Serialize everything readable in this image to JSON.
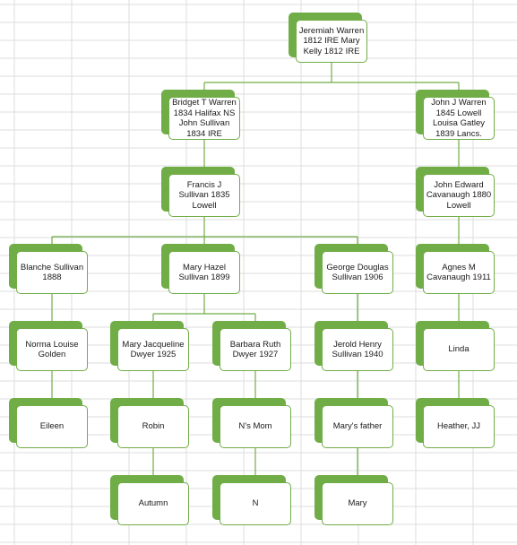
{
  "colors": {
    "accent": "#70ad47",
    "line": "#70ad47",
    "grid": "#dcdcdc"
  },
  "nodes": [
    {
      "id": "jeremiah",
      "label": "Jeremiah Warren 1812 IRE Mary Kelly 1812 IRE",
      "parent": null
    },
    {
      "id": "bridget",
      "label": "Bridget T Warren 1834 Halifax NS John Sullivan 1834 IRE",
      "parent": "jeremiah"
    },
    {
      "id": "johnj",
      "label": "John J Warren 1845 Lowell Louisa Gatley 1839 Lancs.",
      "parent": "jeremiah"
    },
    {
      "id": "francis",
      "label": "Francis J Sullivan 1835 Lowell",
      "parent": "bridget"
    },
    {
      "id": "johned",
      "label": "John Edward Cavanaugh 1880 Lowell",
      "parent": "johnj"
    },
    {
      "id": "blanche",
      "label": "Blanche Sullivan 1888",
      "parent": "francis"
    },
    {
      "id": "maryhazel",
      "label": "Mary Hazel Sullivan 1899",
      "parent": "francis"
    },
    {
      "id": "george",
      "label": "George Douglas Sullivan 1906",
      "parent": "francis"
    },
    {
      "id": "agnes",
      "label": "Agnes M Cavanaugh 1911",
      "parent": "johned"
    },
    {
      "id": "norma",
      "label": "Norma Louise Golden",
      "parent": "blanche"
    },
    {
      "id": "maryjac",
      "label": "Mary Jacqueline Dwyer 1925",
      "parent": "maryhazel"
    },
    {
      "id": "barbara",
      "label": "Barbara Ruth Dwyer 1927",
      "parent": "maryhazel"
    },
    {
      "id": "jerold",
      "label": "Jerold Henry Sullivan 1940",
      "parent": "george"
    },
    {
      "id": "linda",
      "label": "Linda",
      "parent": "agnes"
    },
    {
      "id": "eileen",
      "label": "Eileen",
      "parent": "norma"
    },
    {
      "id": "robin",
      "label": "Robin",
      "parent": "maryjac"
    },
    {
      "id": "nsmom",
      "label": "N's Mom",
      "parent": "barbara"
    },
    {
      "id": "marysfather",
      "label": "Mary's father",
      "parent": "jerold"
    },
    {
      "id": "heather",
      "label": "Heather, JJ",
      "parent": "linda"
    },
    {
      "id": "autumn",
      "label": "Autumn",
      "parent": "robin"
    },
    {
      "id": "n",
      "label": "N",
      "parent": "nsmom"
    },
    {
      "id": "mary",
      "label": "Mary",
      "parent": "marysfather"
    }
  ]
}
